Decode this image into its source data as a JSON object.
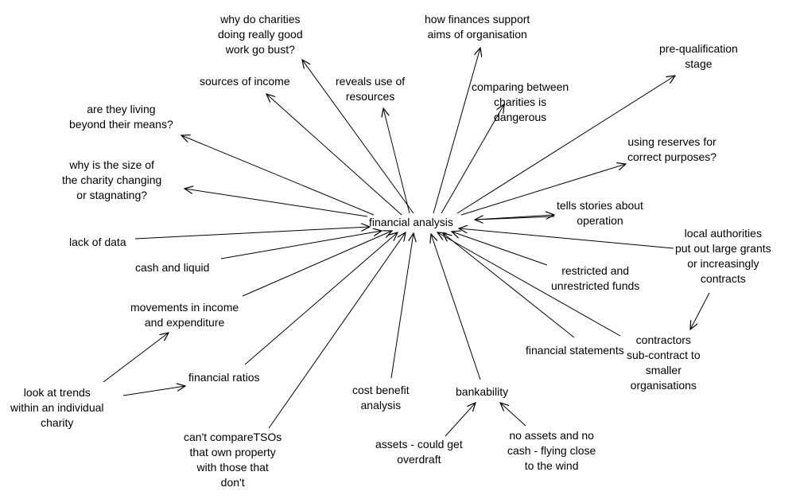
{
  "nodes": [
    {
      "id": "center",
      "text": "financial analysis"
    },
    {
      "id": "bust",
      "text": "why do charities\ndoing really good\nwork go bust?"
    },
    {
      "id": "finances_support",
      "text": "how finances support\naims of organisation"
    },
    {
      "id": "prequal",
      "text": "pre-qualification\nstage"
    },
    {
      "id": "sources",
      "text": "sources of income"
    },
    {
      "id": "reveals",
      "text": "reveals use of\nresources"
    },
    {
      "id": "comparing",
      "text": "comparing between\ncharities is\ndangerous"
    },
    {
      "id": "living",
      "text": "are they living\nbeyond their means?"
    },
    {
      "id": "reserves",
      "text": "using reserves for\ncorrect purposes?"
    },
    {
      "id": "size",
      "text": "why is the size of\nthe charity changing\nor stagnating?"
    },
    {
      "id": "stories",
      "text": "tells stories about\noperation"
    },
    {
      "id": "lackdata",
      "text": "lack of data"
    },
    {
      "id": "local",
      "text": "local authorities\nput out large grants\nor increasingly\ncontracts"
    },
    {
      "id": "cash",
      "text": "cash and liquid"
    },
    {
      "id": "restricted",
      "text": "restricted and\nunrestricted funds"
    },
    {
      "id": "movements",
      "text": "movements in income\nand expenditure"
    },
    {
      "id": "statements",
      "text": "financial statements"
    },
    {
      "id": "contractors",
      "text": "contractors\nsub-contract to\nsmaller\norganisations"
    },
    {
      "id": "ratios",
      "text": "financial ratios"
    },
    {
      "id": "trends",
      "text": "look at trends\nwithin an individual\ncharity"
    },
    {
      "id": "costbenefit",
      "text": "cost benefit\nanalysis"
    },
    {
      "id": "bankability",
      "text": "bankability"
    },
    {
      "id": "tsos",
      "text": "can't compareTSOs\nthat own property\nwith those that\ndon't"
    },
    {
      "id": "overdraft",
      "text": "assets - could get\noverdraft"
    },
    {
      "id": "noassets",
      "text": "no assets and no\ncash - flying close\nto the wind"
    }
  ],
  "edges": [
    {
      "from": "center",
      "to": "bust"
    },
    {
      "from": "center",
      "to": "finances_support"
    },
    {
      "from": "center",
      "to": "prequal"
    },
    {
      "from": "center",
      "to": "sources"
    },
    {
      "from": "center",
      "to": "reveals"
    },
    {
      "from": "center",
      "to": "comparing"
    },
    {
      "from": "center",
      "to": "living"
    },
    {
      "from": "center",
      "to": "reserves"
    },
    {
      "from": "center",
      "to": "size"
    },
    {
      "from": "center",
      "to": "stories"
    },
    {
      "from": "stories",
      "to": "center"
    },
    {
      "from": "lackdata",
      "to": "center"
    },
    {
      "from": "local",
      "to": "center"
    },
    {
      "from": "cash",
      "to": "center"
    },
    {
      "from": "restricted",
      "to": "center"
    },
    {
      "from": "movements",
      "to": "center"
    },
    {
      "from": "statements",
      "to": "center"
    },
    {
      "from": "contractors",
      "to": "center"
    },
    {
      "from": "ratios",
      "to": "center"
    },
    {
      "from": "costbenefit",
      "to": "center"
    },
    {
      "from": "bankability",
      "to": "center"
    },
    {
      "from": "tsos",
      "to": "center"
    },
    {
      "from": "trends",
      "to": "movements"
    },
    {
      "from": "trends",
      "to": "ratios"
    },
    {
      "from": "local",
      "to": "contractors"
    },
    {
      "from": "overdraft",
      "to": "bankability"
    },
    {
      "from": "noassets",
      "to": "bankability"
    }
  ],
  "colors": {
    "line": "#000000",
    "text": "#000000",
    "background": "#ffffff"
  }
}
